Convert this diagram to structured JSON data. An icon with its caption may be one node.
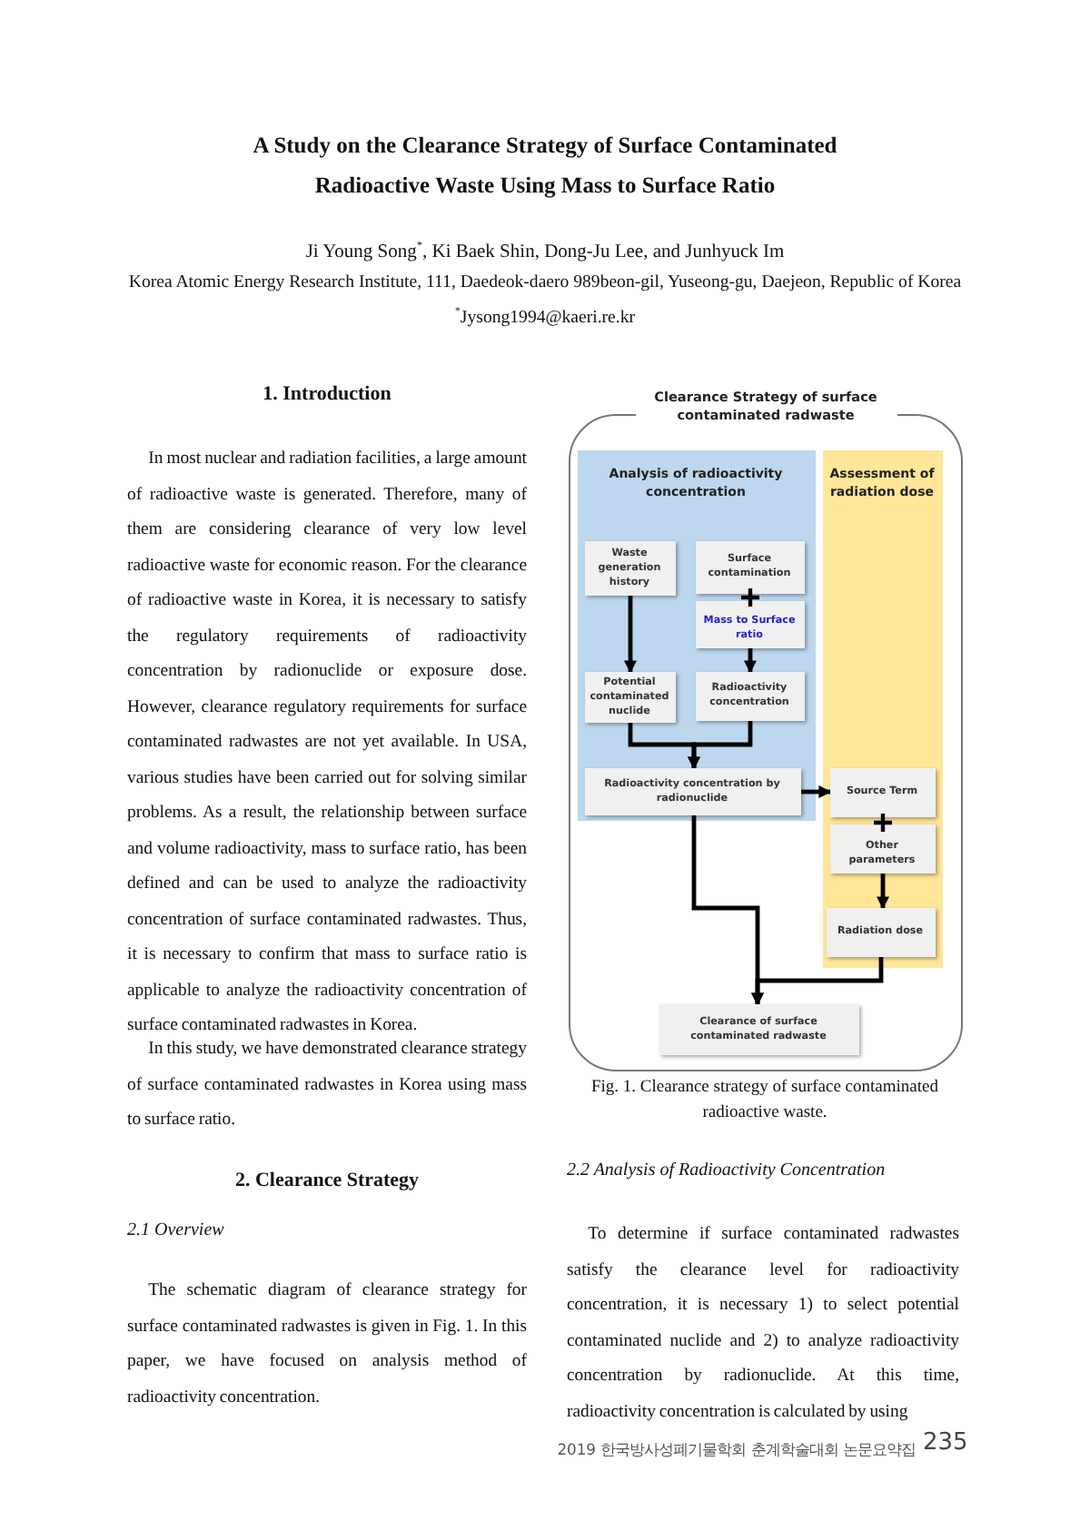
{
  "diagram": {
    "title": "A Study on the Clearance Strategy of Surface Contaminated Radioactive Waste Using Mass to Surface Ratio",
    "caption": "Fig. 1. Clearance strategy of surface contaminated radioactive waste.",
    "nodes": [
      {
        "text": [
          "Clearance Strategy of surface contaminated radwaste"
        ]
      },
      {
        "text": [
          "Analysis of radioactivity concentration"
        ],
        "in": 0
      },
      {
        "text": [
          "Assessment of radiation dose"
        ],
        "in": 0
      },
      {
        "text": [
          "Waste generation history"
        ],
        "in": 1
      },
      {
        "text": [
          "Surface contamination"
        ],
        "in": 1
      },
      {
        "text": [
          "Mass to Surface ratio"
        ],
        "in": 1
      },
      {
        "text": [
          "Potential contaminated nuclide"
        ],
        "in": 1
      },
      {
        "text": [
          "Radioactivity concentration"
        ],
        "in": 1
      },
      {
        "text": [
          "Radioactivity concentration by radionuclide"
        ],
        "in": 1
      },
      {
        "text": [
          "Source Term"
        ],
        "in": 2
      },
      {
        "text": [
          "Other parameters"
        ],
        "in": 2
      },
      {
        "text": [
          "Radiation dose"
        ],
        "in": 2
      },
      {
        "text": [
          "Clearance of surface contaminated radwaste"
        ],
        "in": 0
      }
    ],
    "edges": [
      {
        "from": 3,
        "to": 6,
        "arrow": "to"
      },
      {
        "from": 5,
        "to": 7,
        "arrow": "to"
      },
      {
        "from": 6,
        "to": 8,
        "arrow": "to"
      },
      {
        "from": 7,
        "to": 8,
        "arrow": "to"
      },
      {
        "from": 8,
        "to": 9,
        "arrow": "to"
      },
      {
        "from": 10,
        "to": 11,
        "arrow": "to"
      },
      {
        "from": 8,
        "to": 12,
        "arrow": "to"
      },
      {
        "from": 11,
        "to": 12,
        "arrow": "to"
      }
    ],
    "labels": [
      "Ji Young Song$^{*}$, Ki Baek Shin, Dong-Ju Lee, and Junhyuck Im",
      "Korea Atomic Energy Research Institute, 111, Daedeok-daero 989beon-gil, Yuseong-gu, Daejeon, Republic of Korea",
      "$^{*}$Jysong1994@kaeri.re.kr",
      "1. Introduction",
      "In most nuclear and radiation facilities, a large amount of radioactive waste is generated. Therefore, many of them are considering clearance of very low level radioactive waste for economic reason. For the clearance of radioactive waste in Korea, it is necessary to satisfy the regulatory requirements of radioactivity concentration by radionuclide or exposure dose. However, clearance regulatory requirements for surface contaminated radwastes are not yet available. In USA, various studies have been carried out for solving similar problems. As a result, the relationship between surface and volume radioactivity, mass to surface ratio, has been defined and can be used to analyze the radioactivity concentration of surface contaminated radwastes. Thus, it is necessary to confirm that mass to surface ratio is applicable to analyze the radioactivity concentration of surface contaminated radwastes in Korea.",
      "In this study, we have demonstrated clearance strategy of surface contaminated radwastes in Korea using mass to surface ratio.",
      "2. Clearance Strategy",
      "2.1 Overview",
      "The schematic diagram of clearance strategy for surface contaminated radwastes is given in Fig. 1. In this paper, we have focused on analysis method of radioactivity concentration.",
      "2.2 Analysis of Radioactivity Concentration",
      "To determine if surface contaminated radwastes satisfy the clearance level for radioactivity concentration, it is necessary 1) to select potential contaminated nuclide and 2) to analyze radioactivity concentration by radionuclide. At this time, radioactivity concentration is calculated by using",
      "2019 한국방사성폐기물학회 춘계학술대회 논문요약집",
      "235"
    ]
  }
}
